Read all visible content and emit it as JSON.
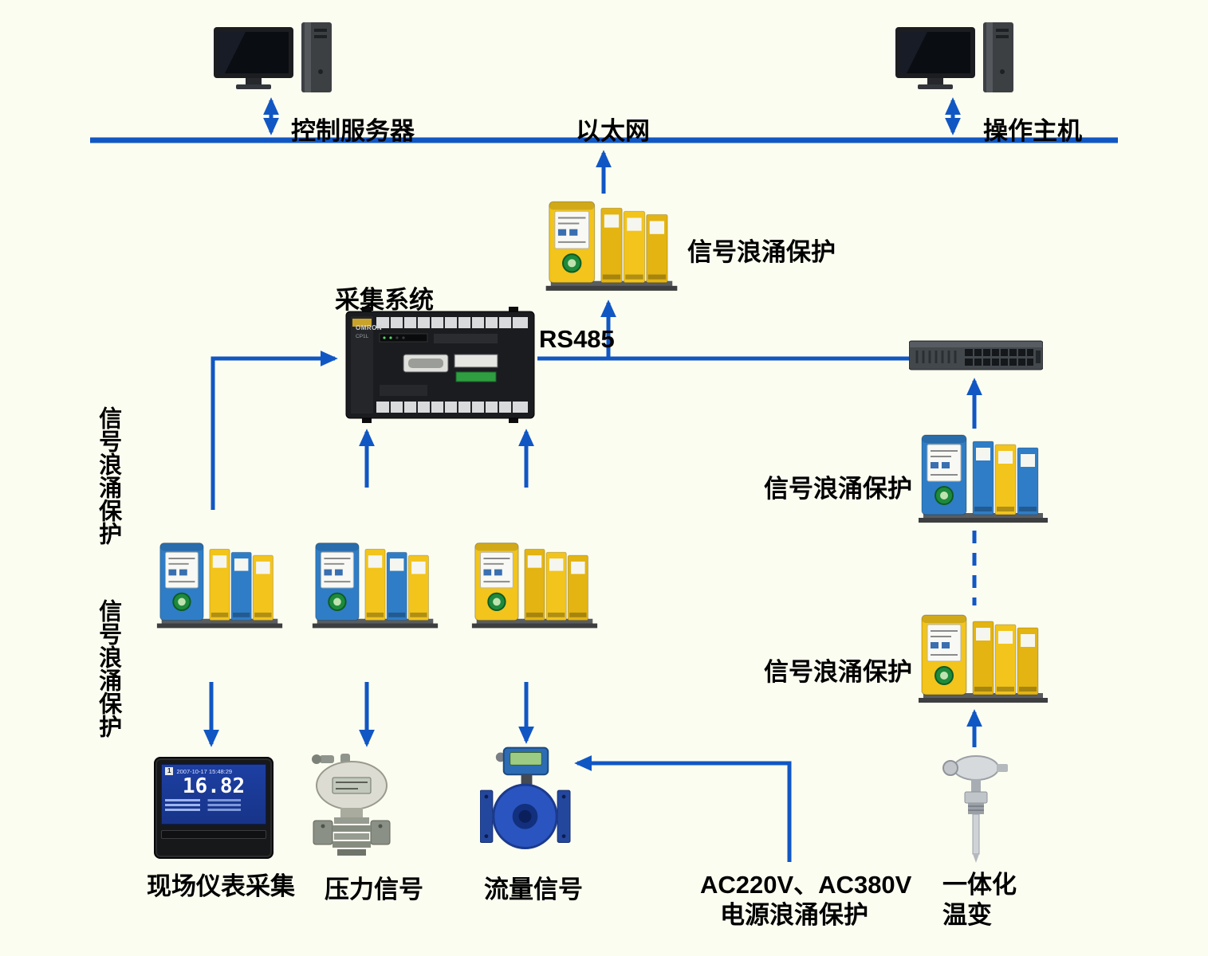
{
  "colors": {
    "background": "#fcfdf1",
    "connector": "#1157c4",
    "surge_yellow": "#f2c41c",
    "surge_blue": "#2f7dc6"
  },
  "labels": {
    "control_server": "控制服务器",
    "ethernet": "以太网",
    "operator_host": "操作主机",
    "surge_protect_top": "信号浪涌保护",
    "acquisition_system": "采集系统",
    "rs485": "RS485",
    "surge_protect_right_upper": "信号浪涌保护",
    "surge_protect_right_lower": "信号浪涌保护",
    "surge_protect_side_upper": "信号浪涌保护",
    "surge_protect_side_lower": "信号浪涌保护",
    "field_instrument": "现场仪表采集",
    "pressure_signal": "压力信号",
    "flow_signal": "流量信号",
    "power_surge_line1": "AC220V、AC380V",
    "power_surge_line2": "电源浪涌保护",
    "temp_transmitter_line1": "一体化",
    "temp_transmitter_line2": "温变"
  },
  "recorder": {
    "channel": "1",
    "datetime": "2007-10-17 15:48:29",
    "value": "16.82"
  },
  "plc": {
    "brand": "OMRON",
    "model": "CP1L"
  },
  "edges": [
    {
      "from": "control_server",
      "to": "ethernet",
      "style": "double-arrow"
    },
    {
      "from": "operator_host",
      "to": "ethernet",
      "style": "double-arrow"
    },
    {
      "from": "surge_protect_top",
      "to": "ethernet",
      "style": "arrow-up"
    },
    {
      "from": "acquisition_system",
      "to": "switch",
      "style": "line"
    },
    {
      "from": "rs485",
      "to": "surge_protect_top",
      "style": "arrow-up"
    },
    {
      "from": "side_surge_left",
      "to": "acquisition_system",
      "style": "arrow"
    },
    {
      "from": "side_surge_mid",
      "to": "acquisition_system",
      "style": "arrow-up"
    },
    {
      "from": "side_surge_right",
      "to": "acquisition_system",
      "style": "arrow-up"
    },
    {
      "from": "side_surge_left",
      "to": "field_instrument",
      "style": "arrow-down"
    },
    {
      "from": "side_surge_mid",
      "to": "pressure_signal",
      "style": "arrow-down"
    },
    {
      "from": "side_surge_right",
      "to": "flow_signal",
      "style": "arrow-down"
    },
    {
      "from": "surge_protect_right_upper",
      "to": "switch",
      "style": "arrow-up"
    },
    {
      "from": "surge_protect_right_upper",
      "to": "surge_protect_right_lower",
      "style": "dashed"
    },
    {
      "from": "temp_transmitter",
      "to": "surge_protect_right_lower",
      "style": "arrow-up"
    },
    {
      "from": "power_surge",
      "to": "flow_signal",
      "style": "arrow-left"
    }
  ]
}
